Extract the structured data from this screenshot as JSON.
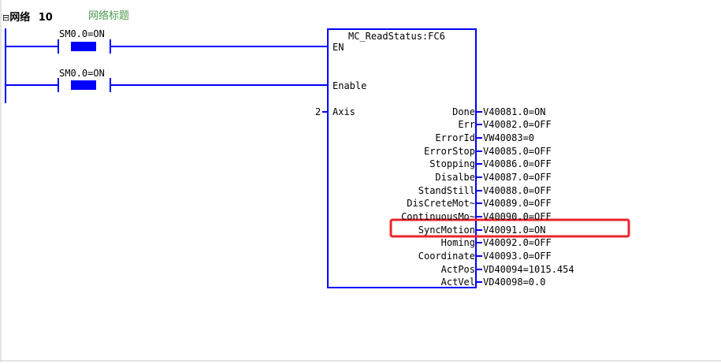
{
  "network": {
    "collapse_glyph": "⊟",
    "label": "网络",
    "number": "10",
    "title": "网络标题"
  },
  "contacts": [
    {
      "label": "SM0.0=ON"
    },
    {
      "label": "SM0.0=ON"
    }
  ],
  "block": {
    "name": "MC_ReadStatus:FC6",
    "inputs": [
      {
        "name": "EN",
        "value": ""
      },
      {
        "name": "Enable",
        "value": ""
      },
      {
        "name": "Axis",
        "value": "2"
      }
    ],
    "outputs": [
      {
        "name": "Done",
        "value": "V40081.0=ON"
      },
      {
        "name": "Err",
        "value": "V40082.0=OFF"
      },
      {
        "name": "ErrorId",
        "value": "VW40083=0"
      },
      {
        "name": "ErrorStop",
        "value": "V40085.0=OFF"
      },
      {
        "name": "Stopping",
        "value": "V40086.0=OFF"
      },
      {
        "name": "Disalbe",
        "value": "V40087.0=OFF"
      },
      {
        "name": "StandStill",
        "value": "V40088.0=OFF"
      },
      {
        "name": "DisCreteMot~",
        "value": "V40089.0=OFF"
      },
      {
        "name": "ContinuousMo~",
        "value": "V40090.0=OFF"
      },
      {
        "name": "SyncMotion",
        "value": "V40091.0=ON"
      },
      {
        "name": "Homing",
        "value": "V40092.0=OFF"
      },
      {
        "name": "Coordinate",
        "value": "V40093.0=OFF"
      },
      {
        "name": "ActPos",
        "value": "VD40094=1015.454"
      },
      {
        "name": "ActVel",
        "value": "VD40098=0.0"
      }
    ]
  },
  "colors": {
    "wire": "#0000ff",
    "highlight": "#e8262a",
    "title_green": "#4a9a4a"
  }
}
